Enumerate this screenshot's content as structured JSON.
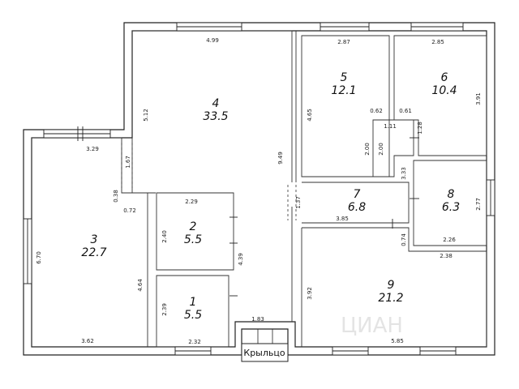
{
  "rooms": [
    {
      "id": "1",
      "area": "5.5"
    },
    {
      "id": "2",
      "area": "5.5"
    },
    {
      "id": "3",
      "area": "22.7"
    },
    {
      "id": "4",
      "area": "33.5"
    },
    {
      "id": "5",
      "area": "12.1"
    },
    {
      "id": "6",
      "area": "10.4"
    },
    {
      "id": "7",
      "area": "6.8"
    },
    {
      "id": "8",
      "area": "6.3"
    },
    {
      "id": "9",
      "area": "21.2"
    }
  ],
  "dimensions": {
    "r4_top": "4.99",
    "r4_left": "5.12",
    "r4_right": "9.49",
    "r5_top": "2.87",
    "r5_left": "4.65",
    "r5_right_upper": "0.62",
    "r6_top": "2.85",
    "r6_right": "3.91",
    "r6_left_upper": "0.61",
    "hall_top": "1.11",
    "hall_right": "1.28",
    "hall_left_a": "2.00",
    "hall_left_b": "2.00",
    "r7_bottom": "3.85",
    "r7_door": "1.37",
    "r7_right": "3.33",
    "r8_right": "2.77",
    "r8_bottom": "2.26",
    "r8_gap": "0.74",
    "r9_top": "2.38",
    "r9_left": "3.92",
    "r9_bottom": "5.85",
    "r3_top": "3.29",
    "r3_left": "6.70",
    "r3_right": "4.64",
    "r3_bottom": "3.62",
    "r3_step": "0.38",
    "r3_step2": "0.72",
    "r3_door": "1.67",
    "r2_top": "2.29",
    "r2_left": "2.40",
    "r2_right": "4.39",
    "r1_left": "2.39",
    "r1_bottom": "2.32",
    "porch_width": "1.83"
  },
  "porch": {
    "label": "Крыльцо"
  },
  "watermark": "ЦИАН"
}
